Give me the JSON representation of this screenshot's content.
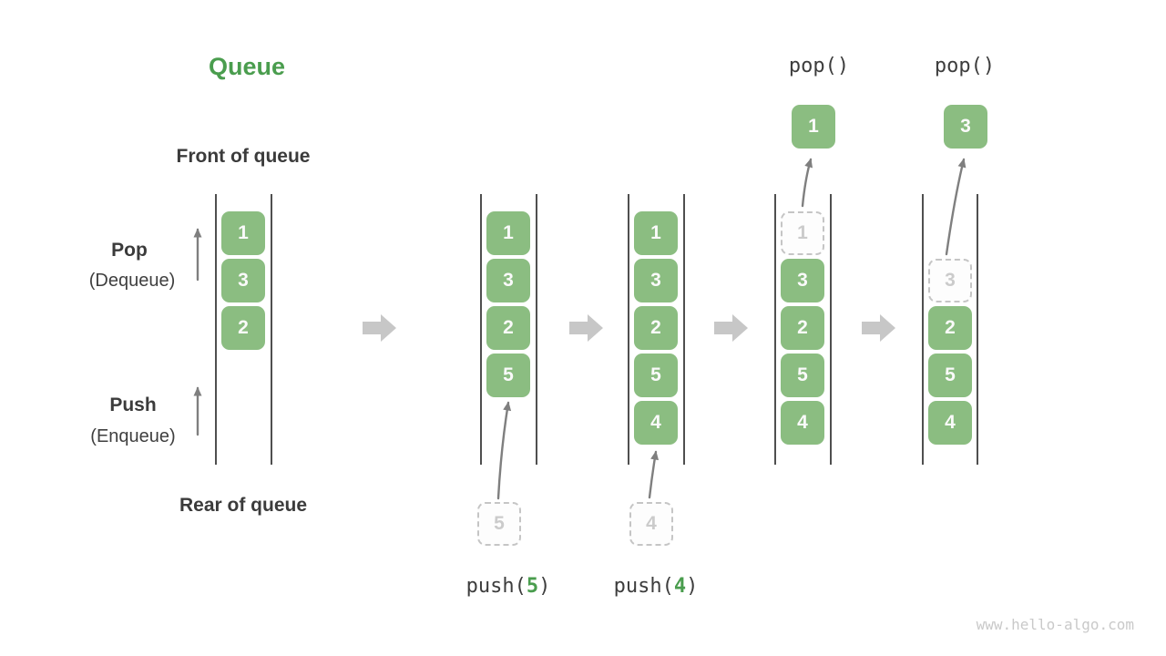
{
  "title": {
    "text": "Queue"
  },
  "side_labels": {
    "front": "Front of queue",
    "rear": "Rear of queue",
    "pop": {
      "name": "Pop",
      "alias": "(Dequeue)"
    },
    "push": {
      "name": "Push",
      "alias": "(Enqueue)"
    }
  },
  "queues": [
    {
      "id": "state-initial",
      "slots": [
        {
          "row": 0,
          "type": "solid",
          "value": "1"
        },
        {
          "row": 1,
          "type": "solid",
          "value": "3"
        },
        {
          "row": 2,
          "type": "solid",
          "value": "2"
        }
      ]
    },
    {
      "id": "state-push-5",
      "slots": [
        {
          "row": 0,
          "type": "solid",
          "value": "1"
        },
        {
          "row": 1,
          "type": "solid",
          "value": "3"
        },
        {
          "row": 2,
          "type": "solid",
          "value": "2"
        },
        {
          "row": 3,
          "type": "solid",
          "value": "5"
        }
      ],
      "incoming": {
        "value": "5"
      },
      "operation": {
        "prefix": "push(",
        "arg": "5",
        "suffix": ")"
      }
    },
    {
      "id": "state-push-4",
      "slots": [
        {
          "row": 0,
          "type": "solid",
          "value": "1"
        },
        {
          "row": 1,
          "type": "solid",
          "value": "3"
        },
        {
          "row": 2,
          "type": "solid",
          "value": "2"
        },
        {
          "row": 3,
          "type": "solid",
          "value": "5"
        },
        {
          "row": 4,
          "type": "solid",
          "value": "4"
        }
      ],
      "incoming": {
        "value": "4"
      },
      "operation": {
        "prefix": "push(",
        "arg": "4",
        "suffix": ")"
      }
    },
    {
      "id": "state-pop-1",
      "slots": [
        {
          "row": 0,
          "type": "ghost",
          "value": "1"
        },
        {
          "row": 1,
          "type": "solid",
          "value": "3"
        },
        {
          "row": 2,
          "type": "solid",
          "value": "2"
        },
        {
          "row": 3,
          "type": "solid",
          "value": "5"
        },
        {
          "row": 4,
          "type": "solid",
          "value": "4"
        }
      ],
      "popped": {
        "value": "1"
      },
      "operation": {
        "name": "pop()"
      }
    },
    {
      "id": "state-pop-3",
      "slots": [
        {
          "row": 1,
          "type": "ghost",
          "value": "3"
        },
        {
          "row": 2,
          "type": "solid",
          "value": "2"
        },
        {
          "row": 3,
          "type": "solid",
          "value": "5"
        },
        {
          "row": 4,
          "type": "solid",
          "value": "4"
        }
      ],
      "popped": {
        "value": "3"
      },
      "operation": {
        "name": "pop()"
      }
    }
  ],
  "colors": {
    "accent_green": "#4a9d4e",
    "box_green": "#8bbd81",
    "dark_text": "#3b3b3b",
    "ghost_border": "#c5c5c5",
    "ghost_text": "#cbcbcb",
    "block_arrow_gray": "#c7c7c7",
    "thin_arrow_gray": "#7f7f7f",
    "wall_gray": "#4f4f4f",
    "watermark_gray": "#c9c9c9"
  },
  "watermark": {
    "text": "www.hello-algo.com"
  }
}
